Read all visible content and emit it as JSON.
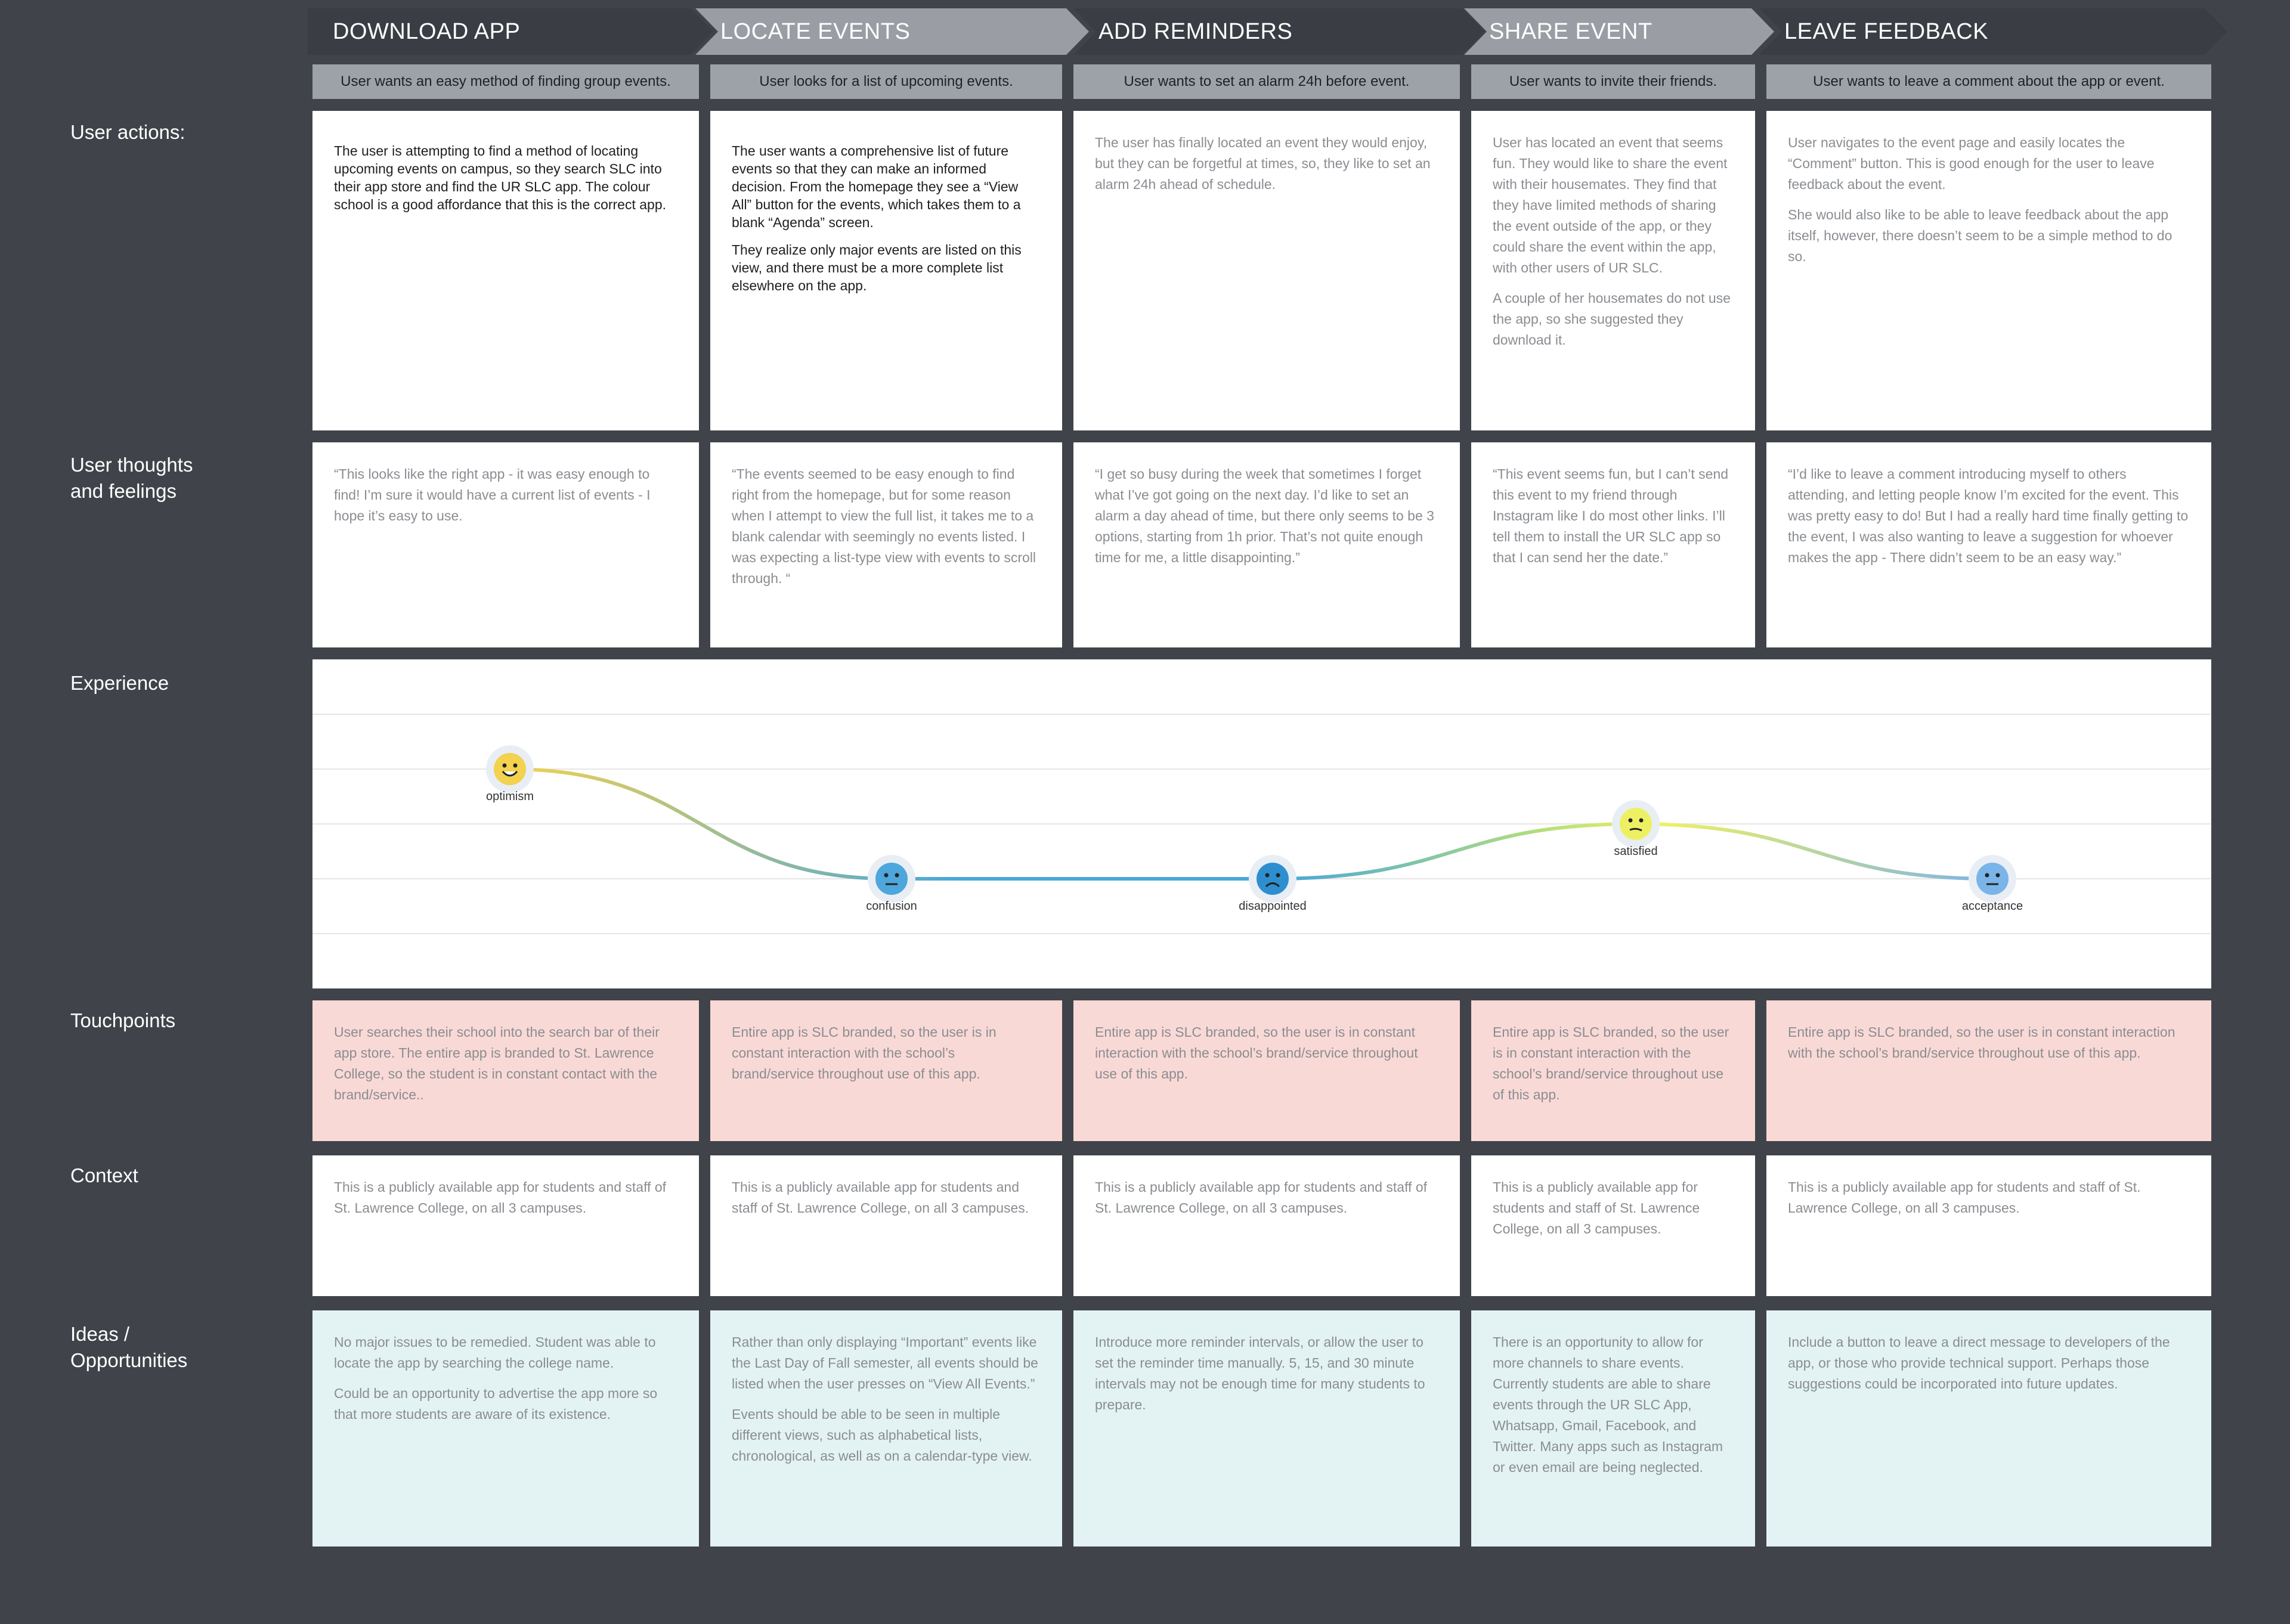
{
  "stages": [
    {
      "name": "DOWNLOAD APP",
      "goal": "User wants an easy method of finding group events."
    },
    {
      "name": "LOCATE EVENTS",
      "goal": "User looks for a list of upcoming events."
    },
    {
      "name": "ADD REMINDERS",
      "goal": "User wants to set an alarm 24h before event."
    },
    {
      "name": "SHARE EVENT",
      "goal": "User wants to invite their friends."
    },
    {
      "name": "LEAVE FEEDBACK",
      "goal": "User wants to leave a comment about the app or event."
    }
  ],
  "row_labels": {
    "actions": "User actions:",
    "thoughts": "User thoughts\nand feelings",
    "experience": "Experience",
    "touchpoints": "Touchpoints",
    "context": "Context",
    "ideas": "Ideas /\nOpportunities"
  },
  "actions": [
    [
      "The user is attempting to find a method of locating upcoming events on campus, so they search SLC into their app store and find the UR SLC app. The colour school is a good affordance that this is the correct app."
    ],
    [
      "The user wants a comprehensive list of future events so that they can make an informed decision. From the homepage they see a “View All” button for the events, which takes them to a blank “Agenda” screen.",
      "They realize only major events are listed on this view, and there must be a more complete list elsewhere on the app."
    ],
    [
      "The user has finally located an event they would enjoy, but they can be forgetful at times, so, they like to set an alarm 24h ahead of schedule."
    ],
    [
      "User has located an event that seems fun. They would like to share the event with their housemates. They find that they have limited methods of sharing the event outside of the app, or they could share the event within the app, with other users of UR SLC.",
      "A couple of her housemates do not use the app, so she suggested they download it."
    ],
    [
      "User navigates to the event page and easily locates the “Comment” button. This is good enough for the user to leave feedback about the event.",
      "She would also like to be able to leave feedback about the app itself, however, there doesn’t seem to be a simple method to do so."
    ]
  ],
  "thoughts": [
    "“This looks like the right app - it was easy enough to find! I’m sure it would have a current list of events - I hope it’s easy to use.",
    "“The events seemed to be easy enough to find right from the homepage, but for some reason when I attempt to view the full list, it takes me to a blank calendar with seemingly no events listed. I was expecting a list-type view with events to scroll through. “",
    "“I get so busy during the week that sometimes I forget what I’ve got going on the next day. I’d like to set an alarm a day ahead of time, but there only seems to be 3 options, starting from 1h prior. That’s not quite enough time for me, a little disappointing.”",
    "“This event seems fun, but I can’t send this event to my friend through Instagram like I do most other links. I’ll tell them to install the UR SLC app so that I can send her the date.”",
    "“I’d like to leave a comment introducing myself to others attending, and letting people know I’m excited for the event. This was pretty easy to do! But I had a really hard time finally getting to the event, I was also wanting to leave a suggestion for whoever makes the app - There didn’t seem to be an easy way.”"
  ],
  "experience": {
    "points": [
      {
        "label": "optimism",
        "level": 4,
        "face": "happy",
        "color": "#f2d24e"
      },
      {
        "label": "confusion",
        "level": 2,
        "face": "neutral",
        "color": "#4da6dc"
      },
      {
        "label": "disappointed",
        "level": 2,
        "face": "sad",
        "color": "#2e8fd0"
      },
      {
        "label": "satisfied",
        "level": 3,
        "face": "meh",
        "color": "#eef064"
      },
      {
        "label": "acceptance",
        "level": 2,
        "face": "neutral",
        "color": "#7ab4e8"
      }
    ],
    "levels": 5
  },
  "touchpoints": [
    "User searches their school into the search bar of their app store. The entire app is branded to St. Lawrence College, so the student is in constant contact with the brand/service..",
    "Entire app is SLC branded, so the user is in constant interaction with the school’s brand/service throughout use of this app.",
    "Entire app is SLC branded, so the user is in constant interaction with the school’s brand/service throughout use of this app.",
    "Entire app is SLC branded, so the user is in constant interaction with the school’s brand/service throughout use of this app.",
    "Entire app is SLC branded, so the user is in constant interaction with the school’s brand/service throughout use of this app."
  ],
  "context": [
    "This is a publicly available app for students and staff of St. Lawrence College, on all 3 campuses.",
    "This is a publicly available app for students and staff of St. Lawrence College, on all 3 campuses.",
    "This is a publicly available app for students and staff of St. Lawrence College, on all 3 campuses.",
    "This is a publicly available app for students and staff of St. Lawrence College, on all 3 campuses.",
    "This is a publicly available app for students and staff of St. Lawrence College, on all 3 campuses."
  ],
  "ideas": [
    [
      "No major issues to be remedied. Student was able to locate the app by searching the college name.",
      "Could be an opportunity to advertise the app more so that more students are aware of its existence."
    ],
    [
      "Rather than only displaying “Important” events like the Last Day of Fall semester, all events should be listed when the user presses on “View All Events.”",
      "Events should be able to be seen in multiple different views, such as alphabetical lists, chronological, as well as on a calendar-type view."
    ],
    [
      "Introduce more reminder intervals, or allow the user to set the reminder time manually. 5, 15, and 30 minute intervals may not be enough time for many students to prepare."
    ],
    [
      "There is an opportunity to allow for more channels to share events. Currently students are able to share events through the UR SLC App, Whatsapp, Gmail, Facebook, and Twitter. Many apps such as Instagram or even email are being neglected."
    ],
    [
      "Include a button to leave a direct message to developers of the app, or those who provide technical support. Perhaps those suggestions could be incorporated into future updates."
    ]
  ]
}
